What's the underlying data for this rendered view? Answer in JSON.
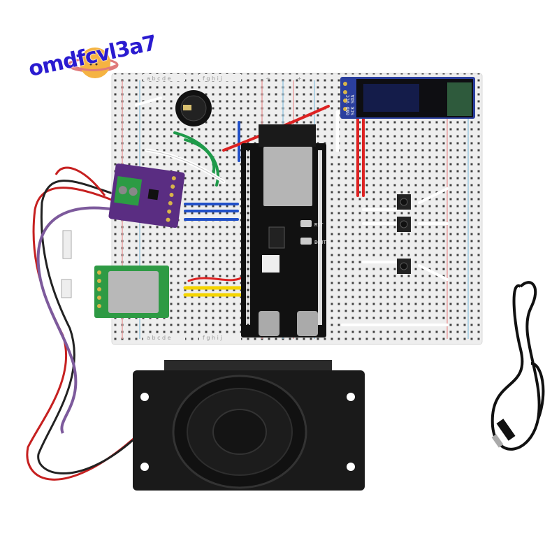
{
  "watermark": {
    "text": "omdfcvl3a7",
    "color": "#2a1bd0",
    "icon": "cartoon-planet-icon"
  },
  "breadboard": {
    "column_letters_left": "a b c d e",
    "column_letters_right": "f g h i j",
    "rail_plus": "+",
    "rail_minus": "−"
  },
  "esp32_board": {
    "rst_label": "RST",
    "boot_label": "BOOT"
  },
  "oled_module": {
    "pins": [
      "GND",
      "VCC",
      "SCK",
      "SDA"
    ]
  },
  "colors": {
    "breadboard": "#eeeeee",
    "esp32": "#111111",
    "oled_pcb": "#2b3f9e",
    "amp_module": "#5a2d82",
    "gps_module": "#2e9a44",
    "speaker": "#1a1a1a"
  }
}
